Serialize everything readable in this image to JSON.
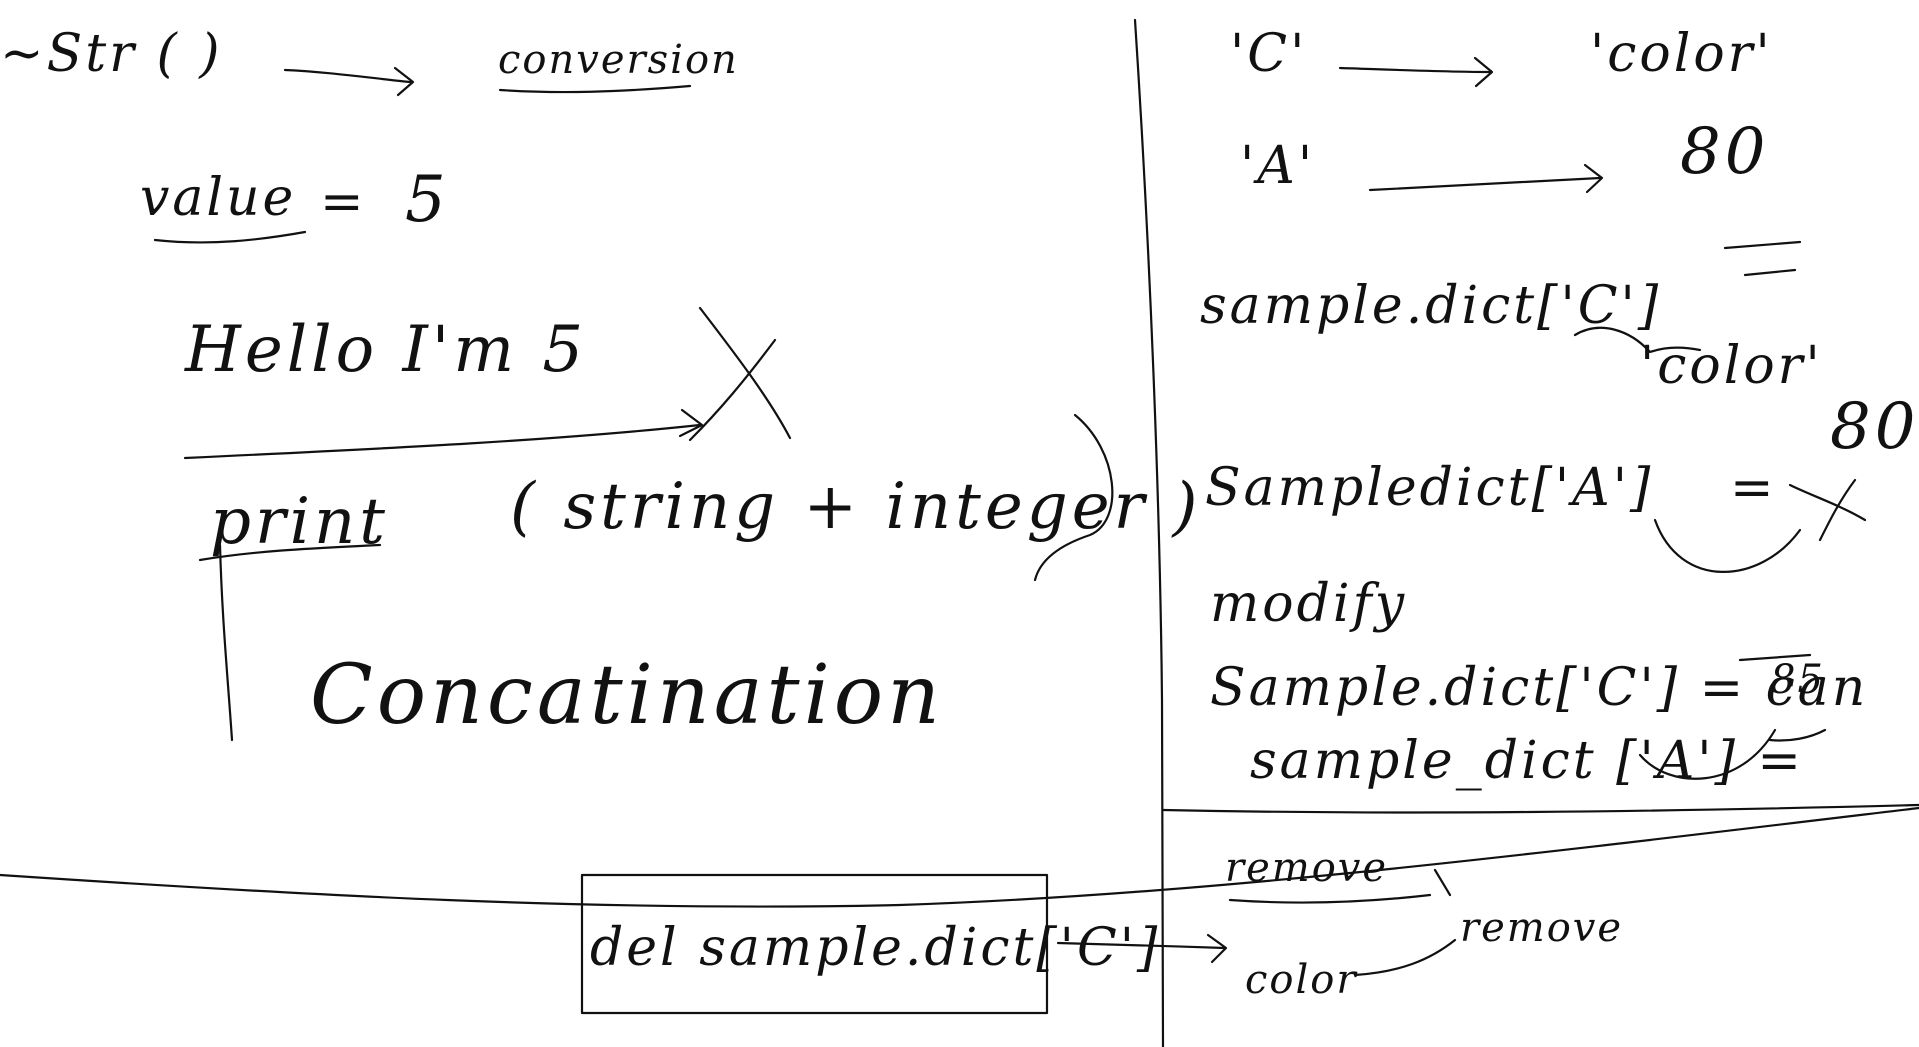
{
  "canvas": {
    "ink_color": "#111111",
    "background_color": "#ffffff"
  },
  "left_panel": {
    "line1": {
      "func": "~Str ( )",
      "arrow_target": "conversion"
    },
    "line2": {
      "variable": "value",
      "equals": "=",
      "number": "5"
    },
    "line3": {
      "text": "Hello I'm 5"
    },
    "line4": {
      "print_word": "print",
      "expression": "( string + integer )"
    },
    "line5": {
      "word": "Concatination"
    }
  },
  "right_panel": {
    "mapping1": {
      "key": "'C'",
      "value": "'color'"
    },
    "mapping2": {
      "key": "'A'",
      "value": "80"
    },
    "access1": {
      "code": "sample.dict['C']",
      "equals": "=",
      "result": "'color'"
    },
    "access2": {
      "code": "Sampledict['A']",
      "equals": "=",
      "result": "80"
    },
    "modify_heading": "modify",
    "modify1": {
      "code": "Sample.dict['C'] = can"
    },
    "modify2": {
      "code": "sample_dict ['A'] =",
      "value": "85"
    }
  },
  "bottom": {
    "del_statement": "del sample.dict['C']",
    "remove_heading": "remove",
    "result_key": "color",
    "result_action": "remove"
  }
}
